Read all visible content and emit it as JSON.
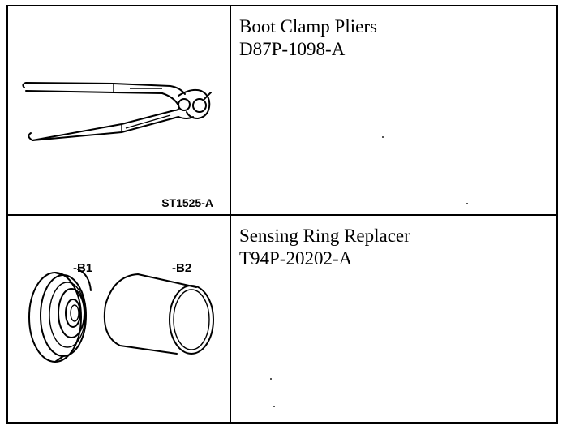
{
  "tools": [
    {
      "name": "Boot Clamp Pliers",
      "number": "D87P-1098-A",
      "figure_code": "ST1525-A",
      "illustration": "pliers-icon"
    },
    {
      "name": "Sensing Ring Replacer",
      "number": "T94P-20202-A",
      "labels": [
        "-B1",
        "-B2"
      ],
      "illustration": "ring-replacer-icon"
    }
  ]
}
